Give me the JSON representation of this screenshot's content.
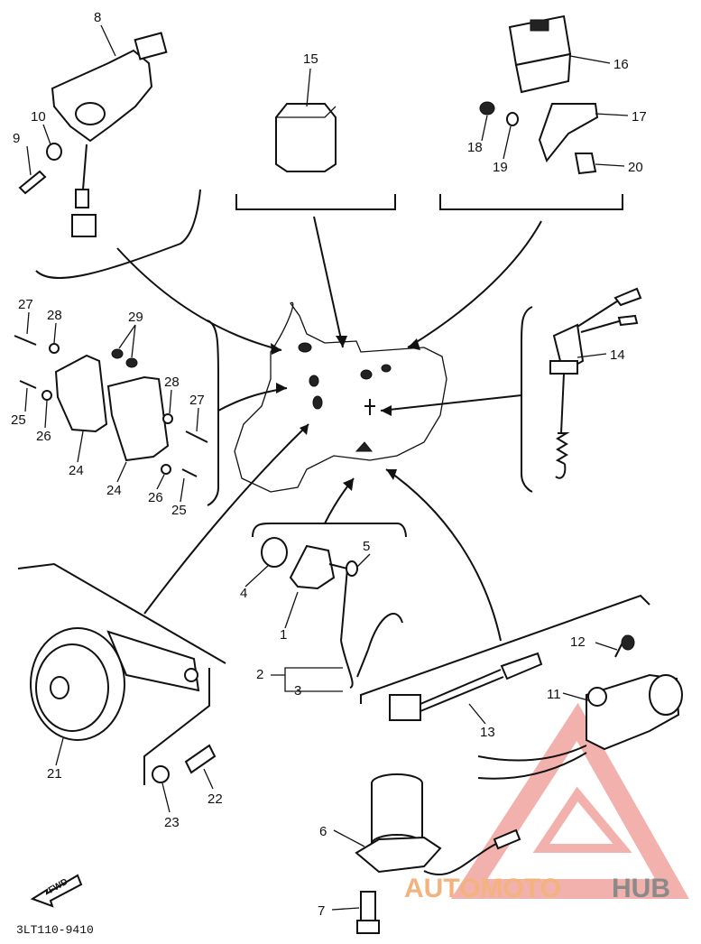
{
  "diagram": {
    "part_code": "3LT110-9410",
    "forward_label": "FWD",
    "watermark": {
      "brand_left": "AUTOMOTO",
      "brand_right": "HUB"
    },
    "callouts": [
      "1",
      "2",
      "3",
      "4",
      "5",
      "6",
      "7",
      "8",
      "9",
      "10",
      "11",
      "12",
      "13",
      "14",
      "15",
      "16",
      "17",
      "18",
      "19",
      "20",
      "21",
      "22",
      "23",
      "24",
      "24",
      "25",
      "25",
      "26",
      "26",
      "27",
      "27",
      "28",
      "28",
      "29"
    ]
  }
}
